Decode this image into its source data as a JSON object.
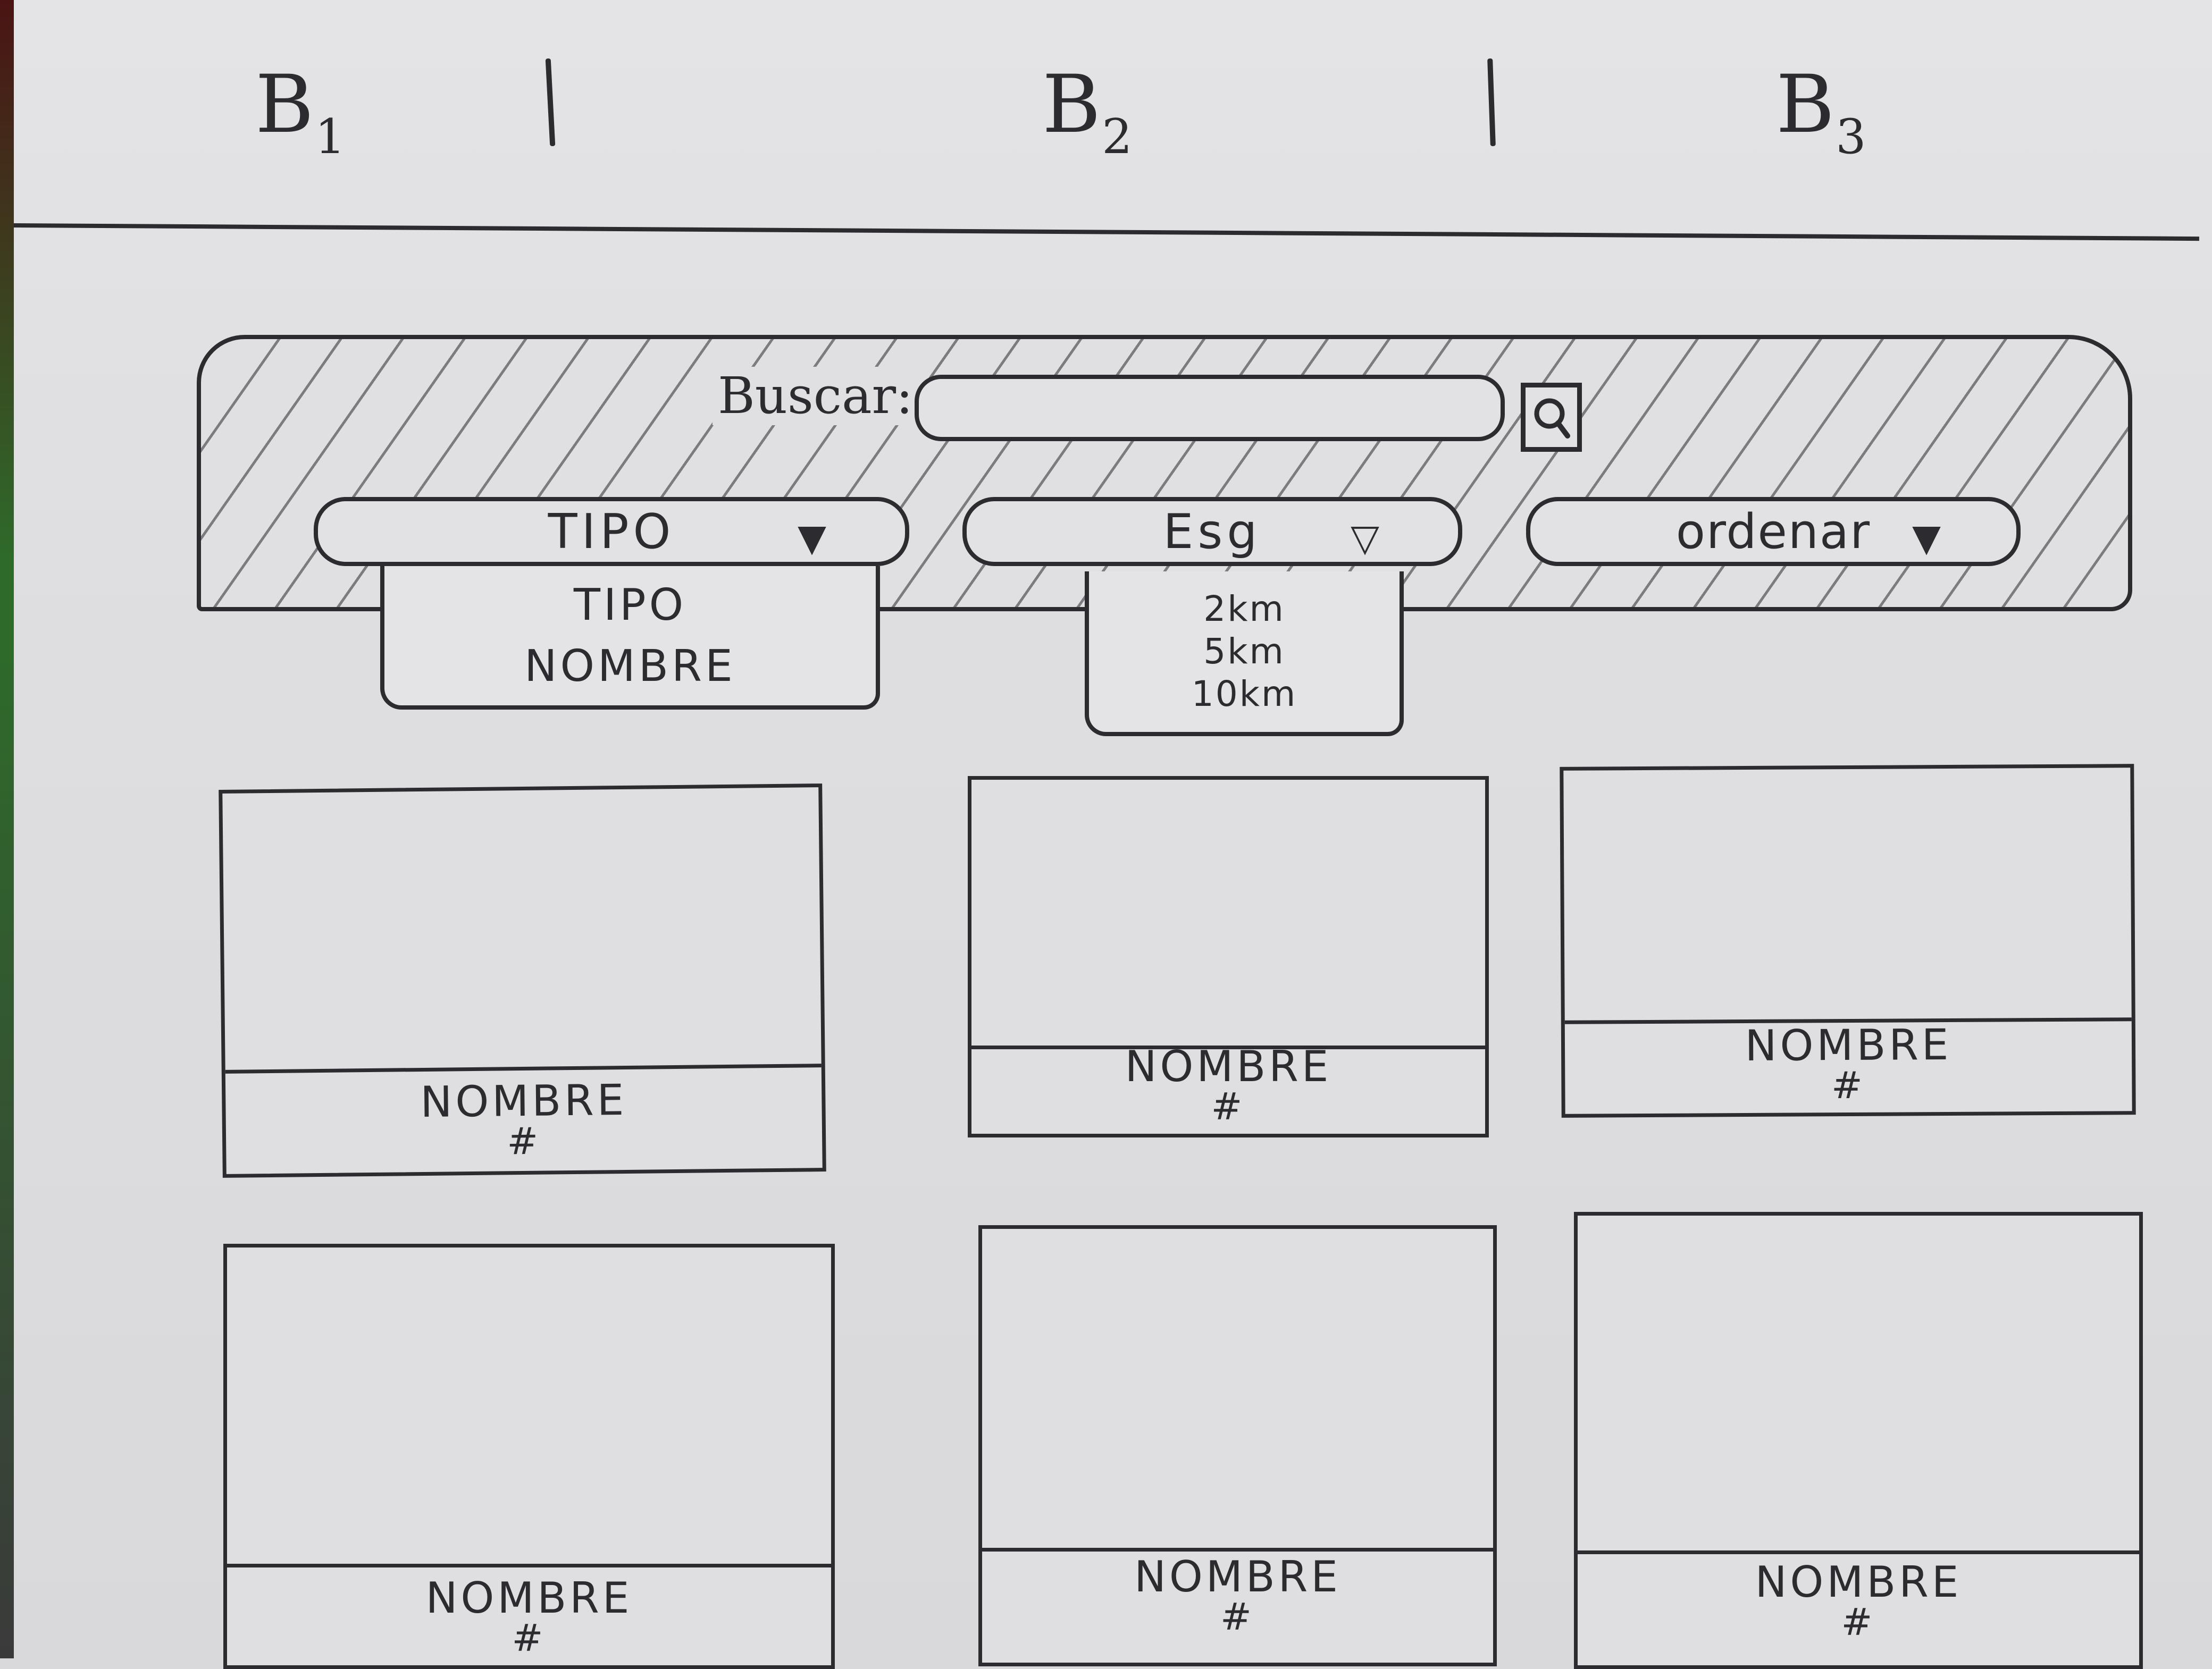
{
  "nav": {
    "items": [
      {
        "letter": "B",
        "index": "1"
      },
      {
        "letter": "B",
        "index": "2"
      },
      {
        "letter": "B",
        "index": "3"
      }
    ]
  },
  "search": {
    "label": "Buscar:",
    "value": "",
    "icon": "search-icon"
  },
  "filters": {
    "tipo": {
      "label": "TIPO",
      "caret": "▼",
      "options": [
        "TIPO",
        "NOMBRE"
      ]
    },
    "distance": {
      "label": "Esg",
      "caret": "▽",
      "options": [
        "2km",
        "5km",
        "10km"
      ]
    },
    "sort": {
      "label": "ordenar",
      "caret": "▼"
    }
  },
  "grid": {
    "cards": [
      {
        "name": "NOMBRE",
        "number": "#"
      },
      {
        "name": "NOMBRE",
        "number": "#"
      },
      {
        "name": "NOMBRE",
        "number": "#"
      },
      {
        "name": "NOMBRE",
        "number": "#"
      },
      {
        "name": "NOMBRE",
        "number": "#"
      },
      {
        "name": "NOMBRE",
        "number": "#"
      }
    ]
  },
  "colors": {
    "paper": "#dedee0",
    "ink": "#2b2b30"
  }
}
